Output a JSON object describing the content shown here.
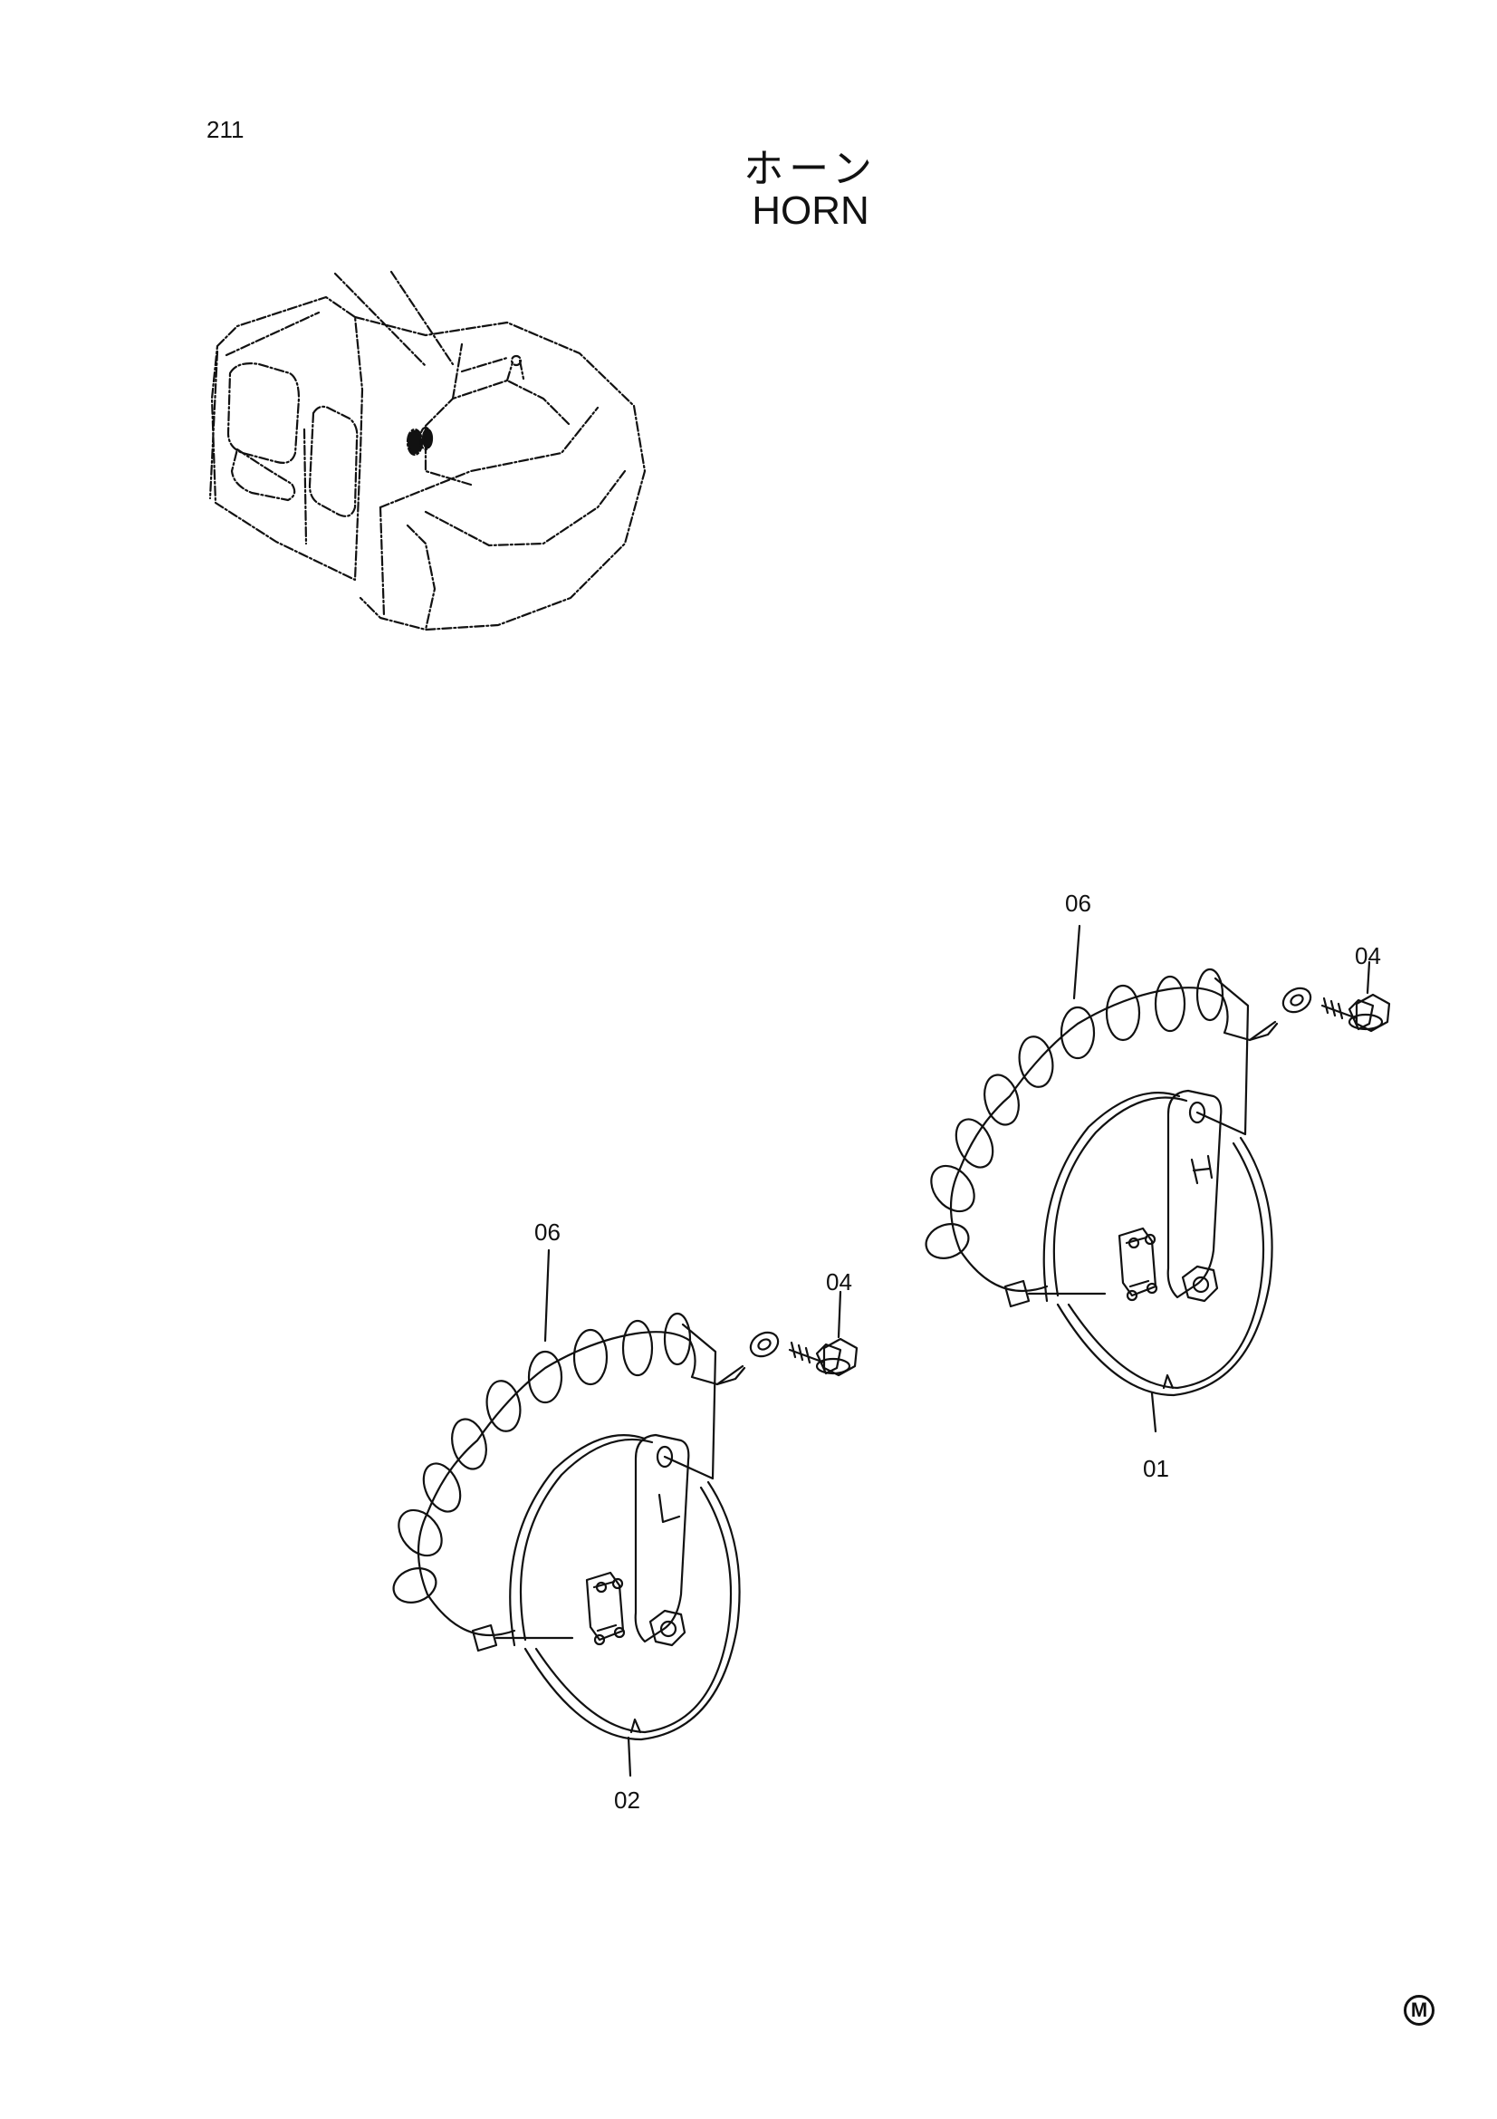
{
  "page": {
    "number": "211",
    "title_jp": "ホーン",
    "title_en": "HORN"
  },
  "callouts": {
    "upper_wire": "06",
    "upper_bolt": "04",
    "upper_horn": "01",
    "lower_wire": "06",
    "lower_bolt": "04",
    "lower_horn": "02"
  },
  "horn_marks": {
    "high": "H",
    "low": "L"
  },
  "maker_mark": "M"
}
